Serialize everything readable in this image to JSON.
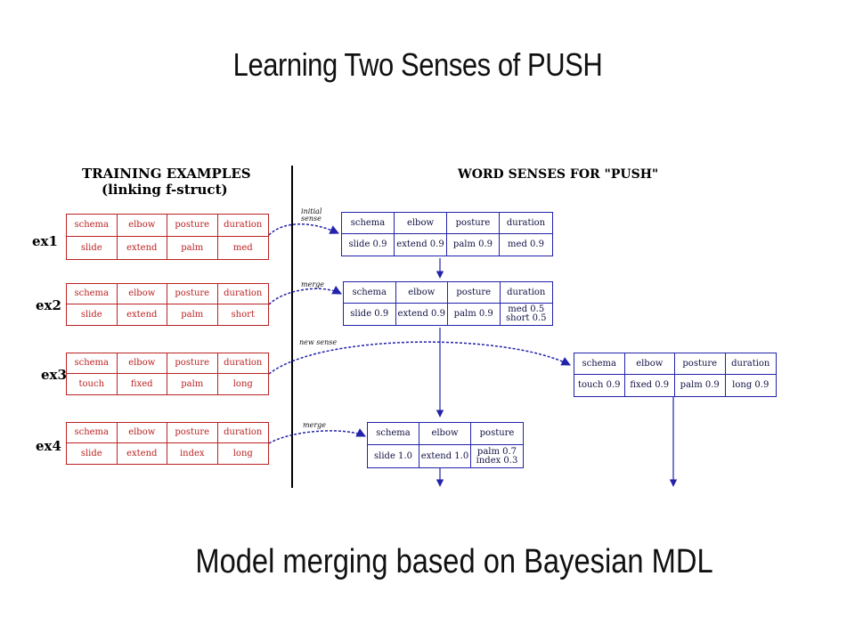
{
  "title": "Learning Two Senses of PUSH",
  "subtitle": "Model merging based on Bayesian MDL",
  "left_header": {
    "line1": "TRAINING EXAMPLES",
    "line2": "(linking f-struct)"
  },
  "right_header": "WORD SENSES FOR \"PUSH\"",
  "examples": [
    {
      "label": "ex1",
      "keys": [
        "schema",
        "elbow",
        "posture",
        "duration"
      ],
      "values": [
        "slide",
        "extend",
        "palm",
        "med"
      ]
    },
    {
      "label": "ex2",
      "keys": [
        "schema",
        "elbow",
        "posture",
        "duration"
      ],
      "values": [
        "slide",
        "extend",
        "palm",
        "short"
      ]
    },
    {
      "label": "ex3",
      "keys": [
        "schema",
        "elbow",
        "posture",
        "duration"
      ],
      "values": [
        "touch",
        "fixed",
        "palm",
        "long"
      ]
    },
    {
      "label": "ex4",
      "keys": [
        "schema",
        "elbow",
        "posture",
        "duration"
      ],
      "values": [
        "slide",
        "extend",
        "index",
        "long"
      ]
    }
  ],
  "arrow_labels": {
    "initial": "initial\nsense",
    "merge1": "merge",
    "new_sense": "new sense",
    "merge2": "merge"
  },
  "senses": [
    {
      "keys": [
        "schema",
        "elbow",
        "posture",
        "duration"
      ],
      "values": [
        "slide  0.9",
        "extend  0.9",
        "palm  0.9",
        "med  0.9"
      ]
    },
    {
      "keys": [
        "schema",
        "elbow",
        "posture",
        "duration"
      ],
      "values": [
        "slide  0.9",
        "extend  0.9",
        "palm  0.9",
        "med   0.5\nshort  0.5"
      ]
    },
    {
      "keys": [
        "schema",
        "elbow",
        "posture",
        "duration"
      ],
      "values": [
        "touch  0.9",
        "fixed  0.9",
        "palm  0.9",
        "long  0.9"
      ]
    },
    {
      "keys": [
        "schema",
        "elbow",
        "posture"
      ],
      "values": [
        "slide  1.0",
        "extend  1.0",
        "palm  0.7\nindex  0.3"
      ]
    }
  ],
  "colors": {
    "example": "#b22222",
    "sense": "#2222aa",
    "divider": "#000000"
  }
}
